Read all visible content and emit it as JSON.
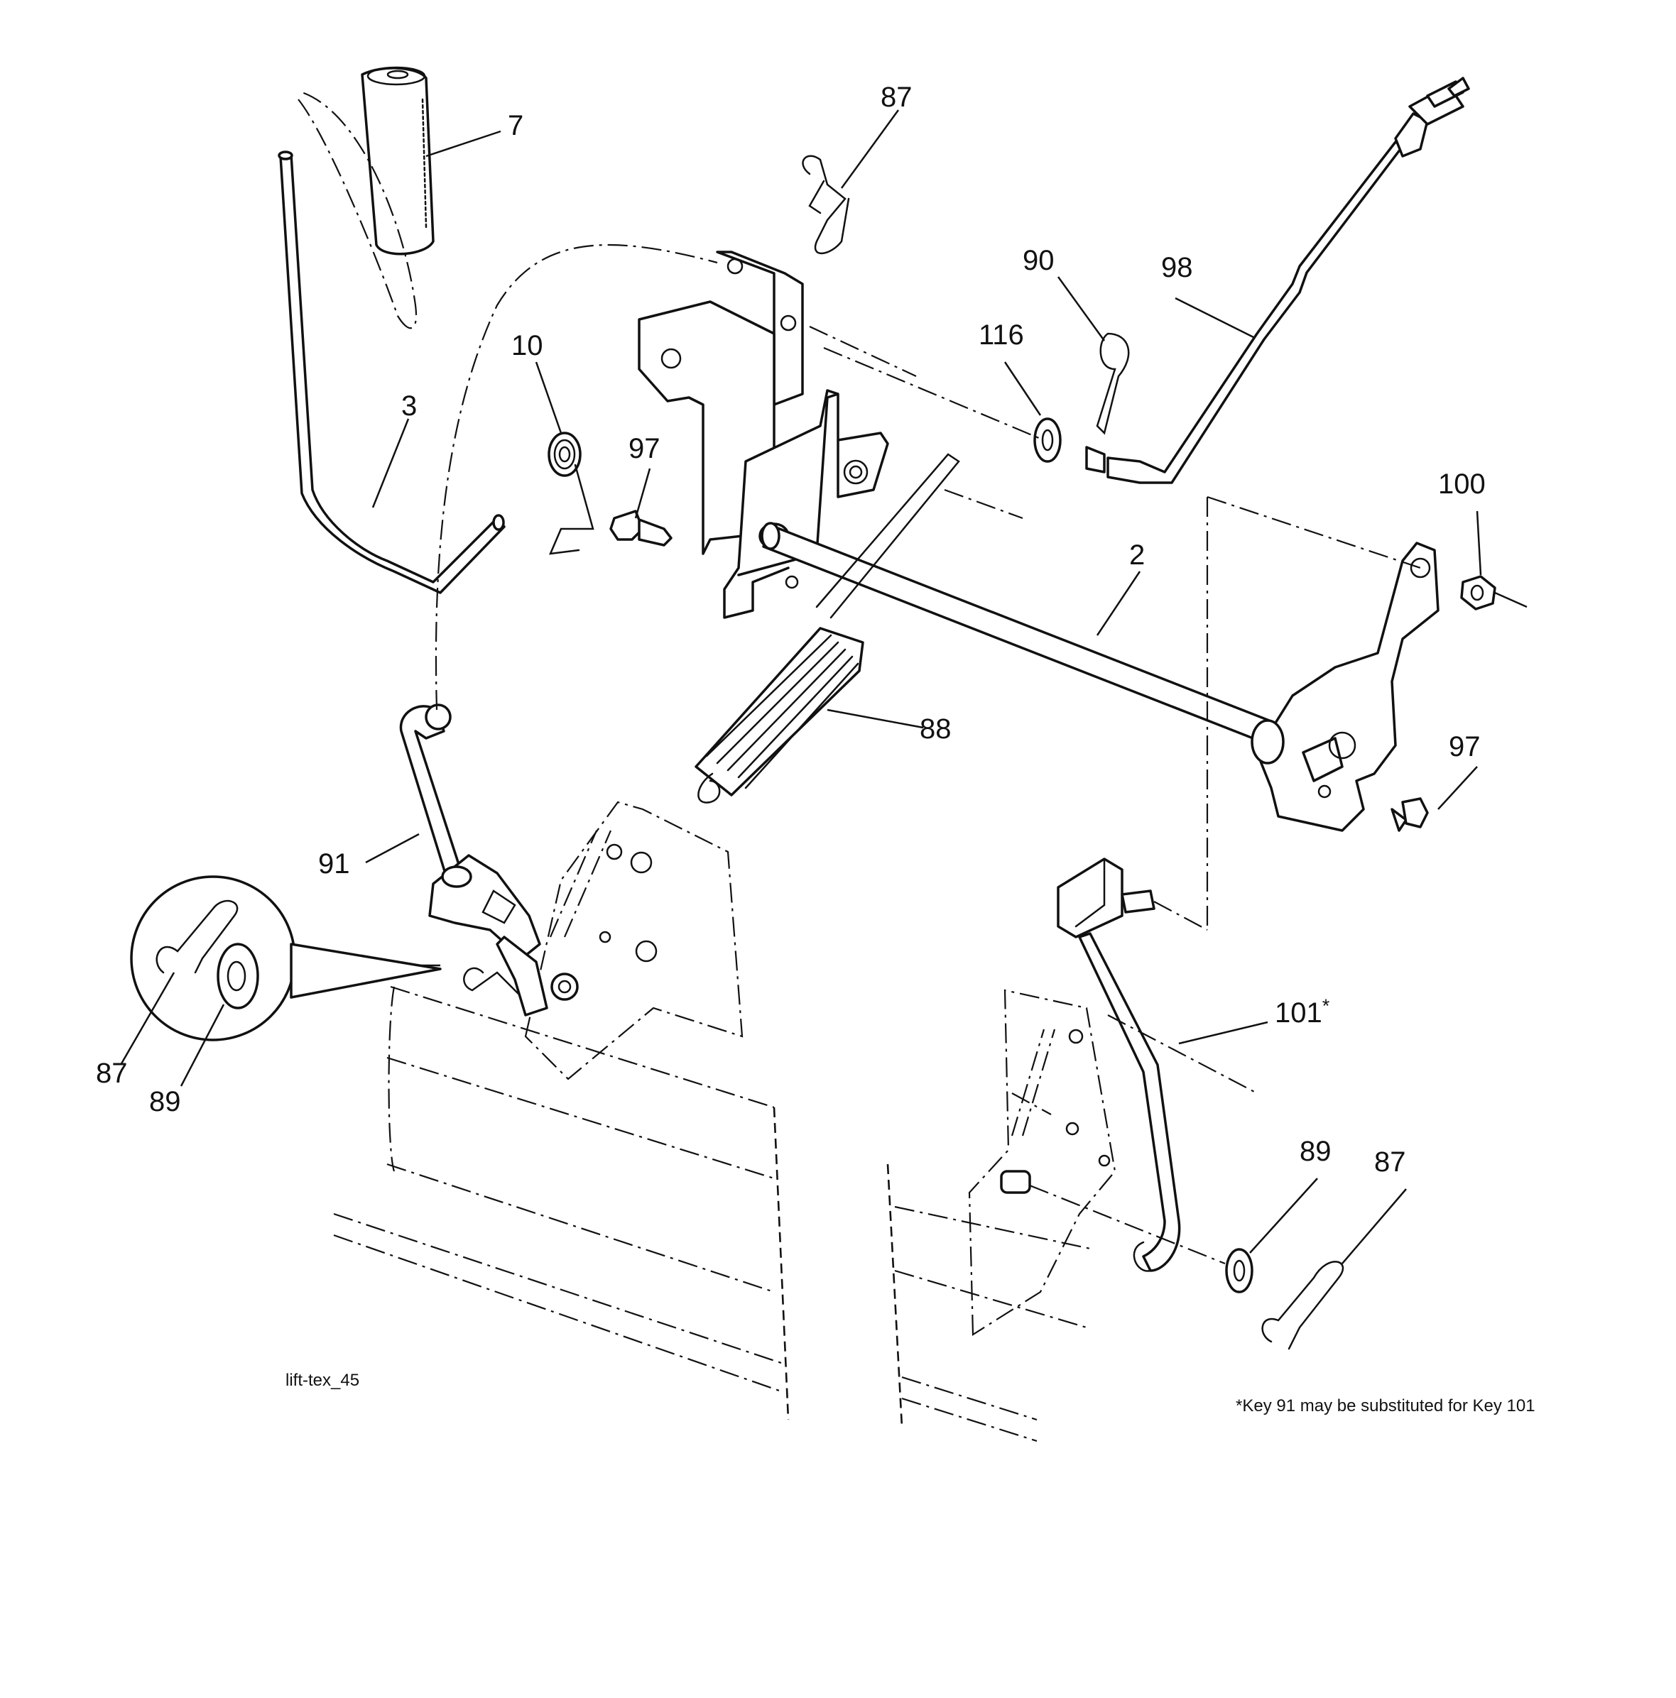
{
  "diagram": {
    "drawing_id": "lift-tex_45",
    "footnote": "*Key 91 may be substituted for Key 101",
    "callouts": {
      "c7": "7",
      "c87a": "87",
      "c90": "90",
      "c98": "98",
      "c116": "116",
      "c10": "10",
      "c3": "3",
      "c97a": "97",
      "c100": "100",
      "c2": "2",
      "c88": "88",
      "c97b": "97",
      "c91": "91",
      "c87b": "87",
      "c89a": "89",
      "c101": "101",
      "c101star": "*",
      "c89b": "89",
      "c87c": "87"
    }
  }
}
